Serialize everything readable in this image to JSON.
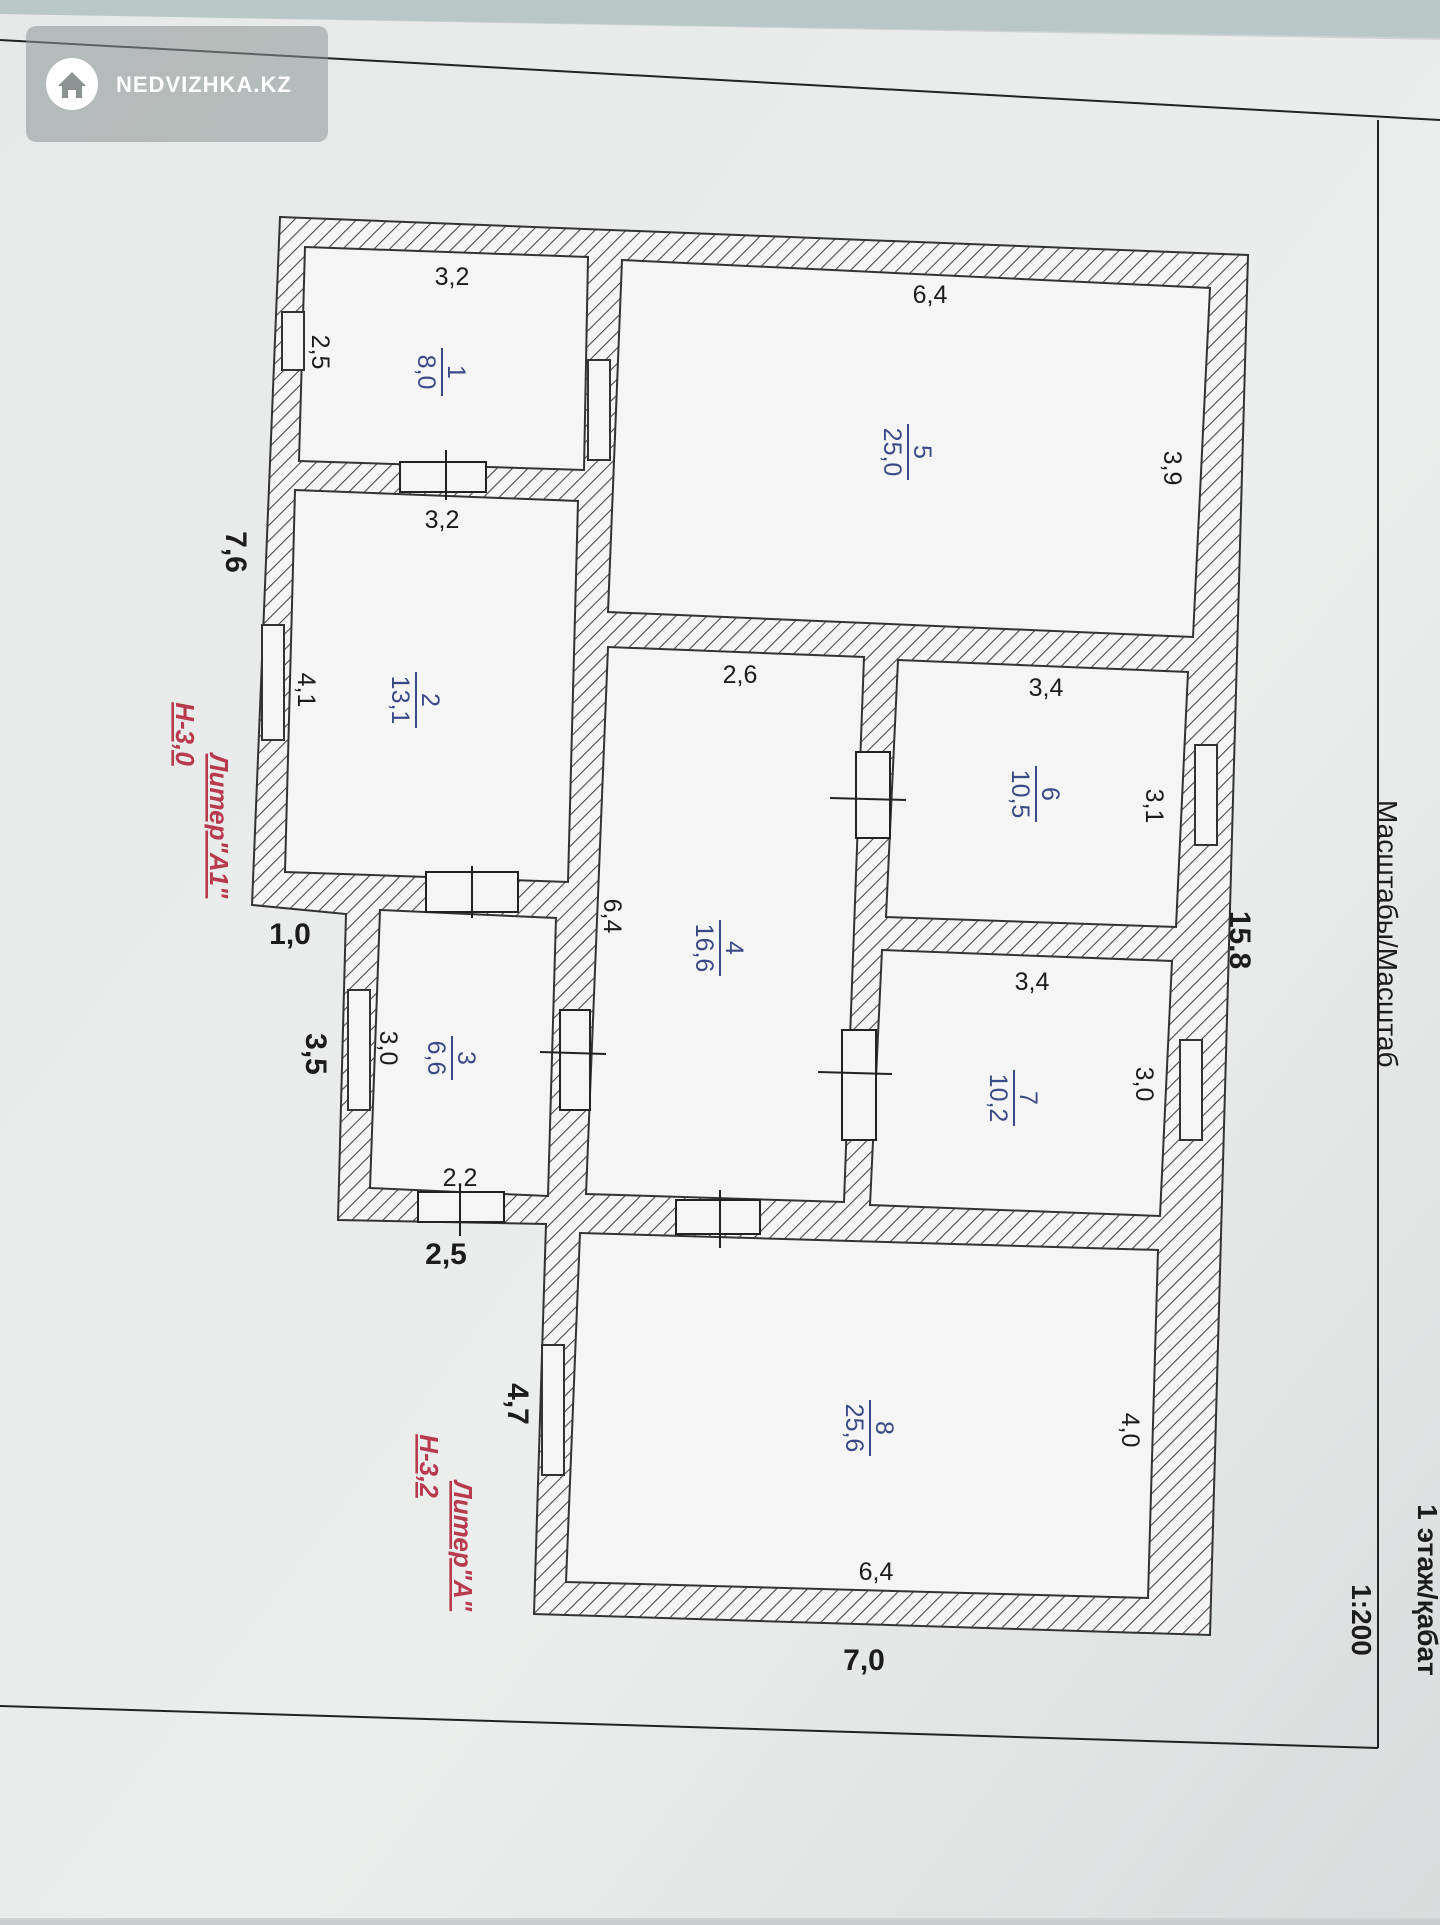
{
  "watermark": {
    "text": "NEDVIZHKA.KZ",
    "icon": "house-icon"
  },
  "scale": {
    "label": "Масштабы/Масштаб",
    "value": "1:200",
    "floor_label": "1 этаж/қабат"
  },
  "rooms": [
    {
      "number": "1",
      "area": "8,0"
    },
    {
      "number": "2",
      "area": "13,1"
    },
    {
      "number": "3",
      "area": "6,6"
    },
    {
      "number": "4",
      "area": "16,6"
    },
    {
      "number": "5",
      "area": "25,0"
    },
    {
      "number": "6",
      "area": "10,5"
    },
    {
      "number": "7",
      "area": "10,2"
    },
    {
      "number": "8",
      "area": "25,6"
    }
  ],
  "dimensions": {
    "r1_top": "3,2",
    "r1_side": "2,5",
    "r2_top": "3,2",
    "r2_side": "4,1",
    "r3_side": "3,0",
    "r3_bottom": "2,2",
    "r4_top": "2,6",
    "r4_side": "6,4",
    "r5_top": "6,4",
    "r5_side": "3,9",
    "r6_top": "3,4",
    "r6_side": "3,1",
    "r7_top": "3,4",
    "r7_side": "3,0",
    "r8_side": "4,0",
    "r8_bottom": "6,4",
    "ext_left_a1": "7,6",
    "ext_step": "1,0",
    "ext_r3": "3,5",
    "ext_bottom_r3": "2,5",
    "ext_left_a": "4,7",
    "ext_total": "15.8",
    "ext_a_width": "7,0"
  },
  "liters": [
    {
      "name": "Литер\"А1\"",
      "height": "Н-3,0"
    },
    {
      "name": "Литер\"А\"",
      "height": "Н-3,2"
    }
  ],
  "colors": {
    "wall_hatch": "#4a4a4a",
    "room_numbers": "#3b4a86",
    "liter_text": "#b83a4e",
    "paper": "#eceeed"
  }
}
